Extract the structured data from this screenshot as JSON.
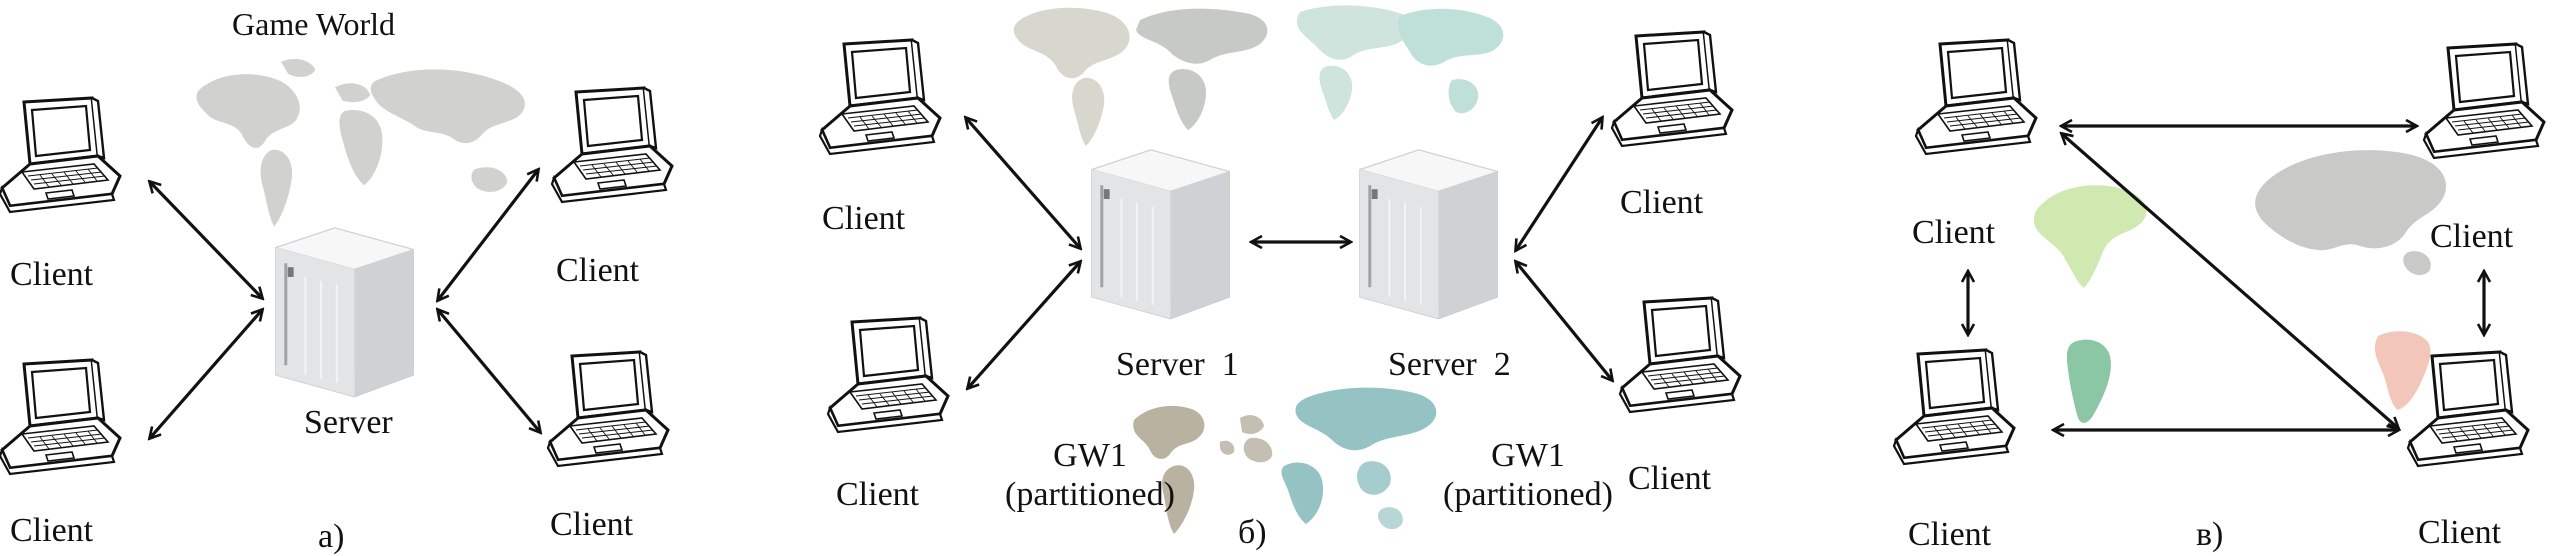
{
  "panel_a": {
    "title": "Game World",
    "client_label": "Client",
    "server_label": "Server",
    "caption": "a)"
  },
  "panel_b": {
    "client_label": "Client",
    "server1_label": "Server  1",
    "server2_label": "Server  2",
    "gw_left_line1": "GW1",
    "gw_left_line2": "(partitioned)",
    "gw_right_line1": "GW1",
    "gw_right_line2": "(partitioned)",
    "caption": "б)"
  },
  "panel_c": {
    "client_label": "Client",
    "caption": "в)"
  },
  "colors": {
    "line": "#111111",
    "server_body": "#e9eaeb",
    "server_side": "#c9cccf",
    "map_grey": "#c8c9c6",
    "map_teal": "#8fc0c4",
    "map_green": "#c9e7a6",
    "map_tan": "#b7b0a0",
    "map_peach": "#f1c3b6",
    "map_sand": "#d9d7cc"
  }
}
